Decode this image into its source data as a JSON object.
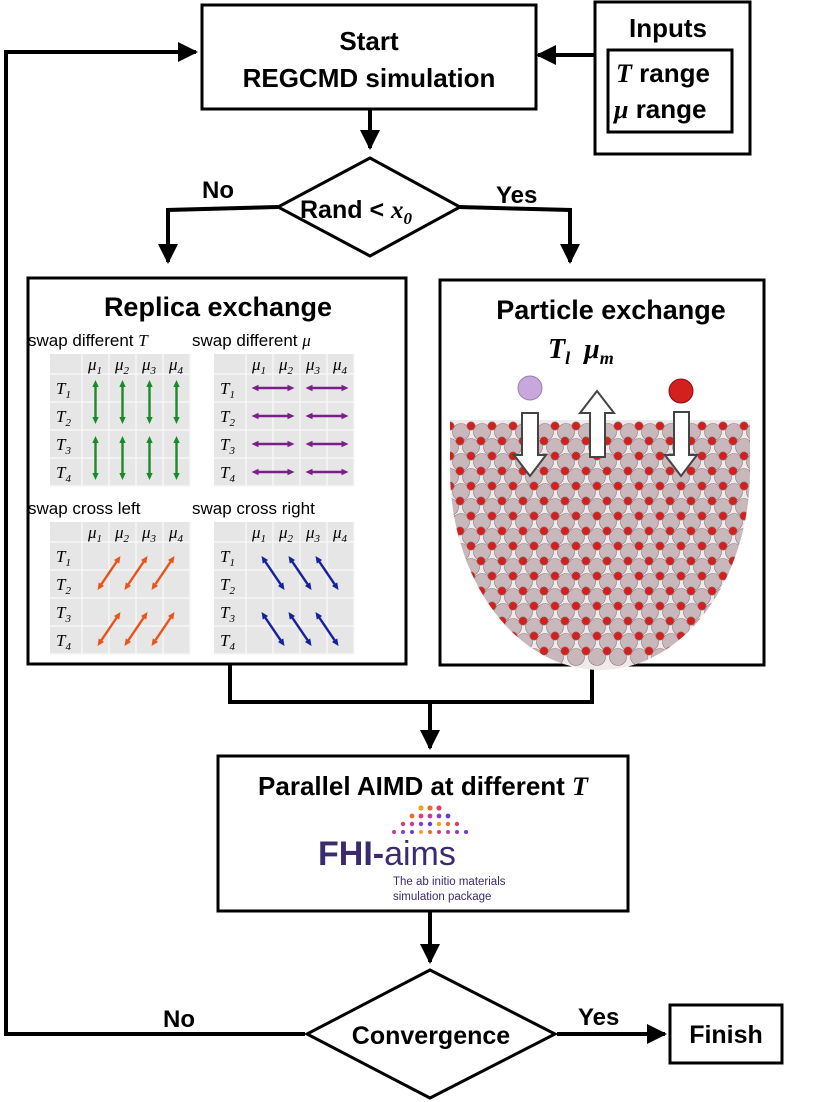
{
  "start": {
    "line1": "Start",
    "line2": "REGCMD simulation"
  },
  "inputs": {
    "title": "Inputs",
    "line1_var": "T",
    "line1_text": " range",
    "line2_var": "μ",
    "line2_text": " range"
  },
  "decision1": {
    "text": "Rand < ",
    "var": "x",
    "sub": "0",
    "no": "No",
    "yes": "Yes"
  },
  "replica": {
    "title": "Replica exchange",
    "panels": [
      {
        "label_text": "swap different ",
        "label_var": "T",
        "kind": "vertical",
        "color": "#1b8a2a"
      },
      {
        "label_text": "swap different ",
        "label_var": "μ",
        "kind": "horizontal",
        "color": "#7a1f8a"
      },
      {
        "label_text": "swap cross left",
        "label_var": "",
        "kind": "cross-left",
        "color": "#e8551c"
      },
      {
        "label_text": "swap cross right",
        "label_var": "",
        "kind": "cross-right",
        "color": "#17209a"
      }
    ],
    "mu_labels": [
      "μ1",
      "μ2",
      "μ3",
      "μ4"
    ],
    "t_labels": [
      "T1",
      "T2",
      "T3",
      "T4"
    ]
  },
  "particle": {
    "title": "Particle exchange",
    "t_var": "T",
    "t_sub": "l",
    "mu_var": "μ",
    "mu_sub": "m"
  },
  "aimd": {
    "title_text": "Parallel AIMD at different ",
    "title_var": "T"
  },
  "fhi": {
    "name_a": "FHI-",
    "name_b": "aims",
    "tag1": "The ab initio materials",
    "tag2": "simulation package"
  },
  "decision2": {
    "text": "Convergence",
    "no": "No",
    "yes": "Yes"
  },
  "finish": {
    "text": "Finish"
  },
  "colors": {
    "oxygen": "#d41f1f",
    "metal": "#c8b8bc",
    "incoming": "#c8a8dc",
    "fhi_purple": "#3b2a6e"
  }
}
